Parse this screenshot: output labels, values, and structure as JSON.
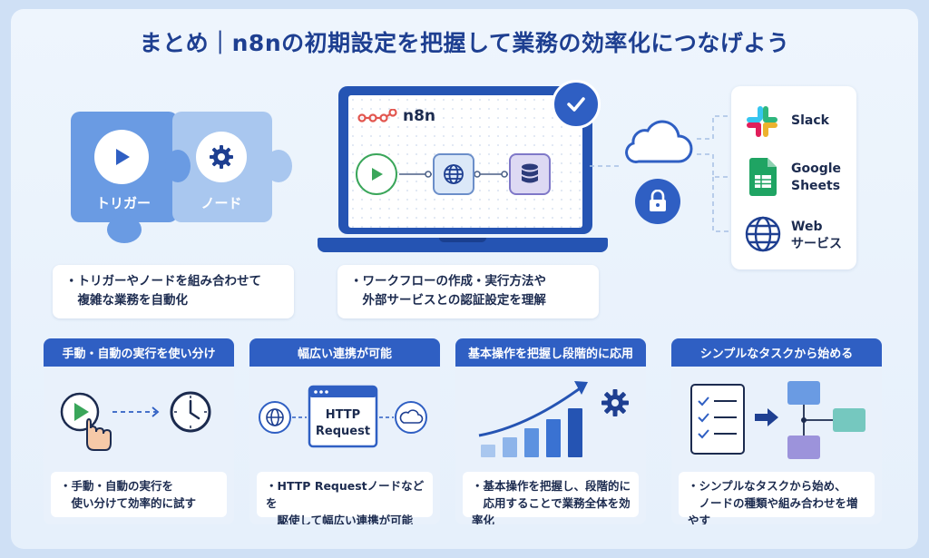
{
  "title": "まとめ｜n8nの初期設定を把握して業務の効率化につなげよう",
  "puzzle": {
    "trigger_label": "トリガー",
    "node_label": "ノード"
  },
  "notes": {
    "left": [
      "・トリガーやノードを組み合わせて",
      "　複雑な業務を自動化"
    ],
    "center": [
      "・ワークフローの作成・実行方法や",
      "　外部サービスとの認証設定を理解"
    ]
  },
  "laptop": {
    "brand": "n8n"
  },
  "services": [
    {
      "name": "slack",
      "label": "Slack"
    },
    {
      "name": "google-sheets",
      "label1": "Google",
      "label2": "Sheets"
    },
    {
      "name": "web-service",
      "label1": "Web",
      "label2": "サービス"
    }
  ],
  "cards": [
    {
      "head": "手動・自動の実行を使い分け",
      "lines": [
        "・手動・自動の実行を",
        "　使い分けて効率的に試す"
      ]
    },
    {
      "head": "幅広い連携が可能",
      "lines": [
        "・HTTP Requestノードなどを",
        "　駆使して幅広い連携が可能"
      ],
      "box1": "HTTP",
      "box2": "Request"
    },
    {
      "head": "基本操作を把握し段階的に応用",
      "lines": [
        "・基本操作を把握し、段階的に",
        "　応用することで業務全体を効率化"
      ]
    },
    {
      "head": "シンプルなタスクから始める",
      "lines": [
        "・シンプルなタスクから始め、",
        "　ノードの種類や組み合わせを増やす"
      ]
    }
  ],
  "colors": {
    "primary": "#2554b3",
    "accent": "#2f5fc3",
    "title": "#1e3f91",
    "green": "#3aa65a"
  }
}
